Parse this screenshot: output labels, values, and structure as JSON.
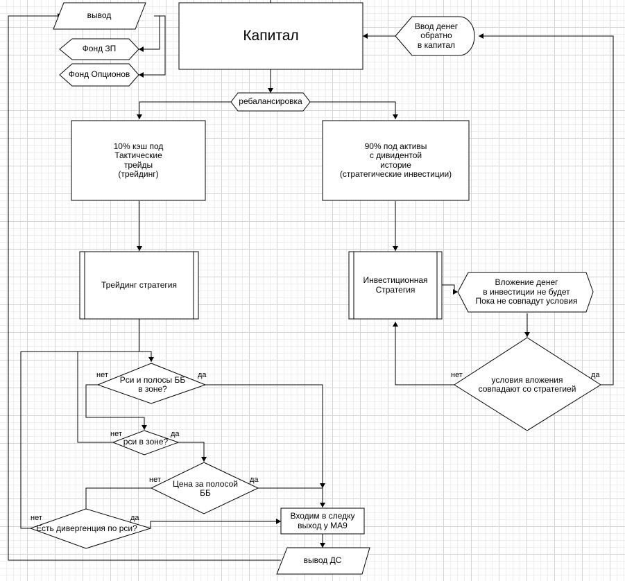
{
  "nodes": {
    "capital": "Капитал",
    "withdrawal_top": "вывод",
    "salary_fund": "Фонд ЗП",
    "options_fund": "Фонд Опционов",
    "reinvest": "Ввод денег\nобратно\nв капитал",
    "rebalance": "ребалансировка",
    "tactical": "10%  кэш под\nТактические\nтрейды\n(трейдинг)",
    "strategic": "90% под активы\nс дивидентой\nисторие\n(стратегические инвестиции)",
    "trading_strategy": "Трейдинг стратегия",
    "investment_strategy": "Инвестиционная\nСтратегия",
    "no_invest": "Вложение денег\nв инвестиции не будет\nПока не совпадут условия",
    "match_decision": "условия вложения\nсовпадают со стратегией",
    "rsi_bb_decision": "Рси и полосы ББ\nв зоне?",
    "rsi_decision": "рси в зоне?",
    "price_bb_decision": "Цена за полосой\nББ",
    "divergence_decision": "Есть дивергенция по рси?",
    "enter_trade": "Входим в следку\nвыход у МА9",
    "withdraw_ds": "вывод ДС"
  },
  "edge_labels": {
    "yes": "да",
    "no": "нет"
  }
}
